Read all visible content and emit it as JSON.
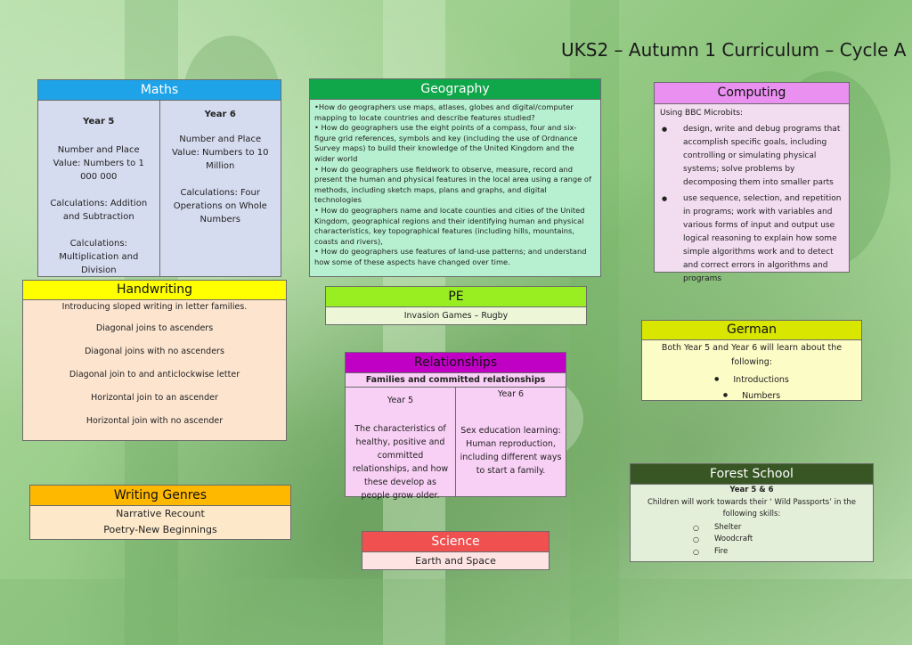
{
  "title": "UKS2 – Autumn 1 Curriculum – Cycle A",
  "colors": {
    "maths": "#1fa3e8",
    "geography": "#10a64a",
    "computing": "#ea90f0",
    "handwriting": "#ffff00",
    "pe": "#99ee22",
    "relationships": "#c000c4",
    "german": "#d8e600",
    "forest": "#375623",
    "writing_genres": "#ffb800",
    "science": "#f05050"
  },
  "maths": {
    "heading": "Maths",
    "year5": {
      "label": "Year 5",
      "items": [
        "Number and Place Value: Numbers to 1 000 000",
        "Calculations: Addition and Subtraction",
        "Calculations: Multiplication and Division"
      ]
    },
    "year6": {
      "label": "Year 6",
      "items": [
        "Number and Place Value: Numbers to 10 Million",
        "Calculations: Four Operations on Whole Numbers"
      ]
    }
  },
  "geography": {
    "heading": "Geography",
    "items": [
      "•How do geographers use maps, atlases, globes and digital/computer mapping to locate countries and describe features studied?",
      "• How do geographers use the eight points of a compass, four and six-figure grid references, symbols and key (including the use of Ordnance Survey maps) to build their knowledge of the United Kingdom and the wider world",
      "• How do geographers use fieldwork to observe, measure, record and present the human and physical features in the local area using a range of methods, including sketch maps, plans and graphs, and digital technologies",
      "• How do geographers name and locate counties and cities of the United Kingdom, geographical regions and their identifying human and physical characteristics, key topographical features (including hills, mountains, coasts and rivers),",
      "• How do geographers use features of land-use patterns; and understand how some of these aspects have changed over time."
    ]
  },
  "computing": {
    "heading": "Computing",
    "intro": "Using BBC Microbits:",
    "items": [
      "design, write and debug programs that accomplish specific goals, including controlling or simulating physical systems; solve problems by decomposing them into smaller parts",
      "use sequence, selection, and repetition in programs; work with variables and various forms of input and output use logical reasoning to explain how some simple algorithms work and to detect and correct errors in algorithms and programs"
    ]
  },
  "handwriting": {
    "heading": "Handwriting",
    "intro": "Introducing sloped writing in letter families.",
    "items": [
      "Diagonal joins to ascenders",
      "Diagonal joins with no ascenders",
      "Diagonal join to and anticlockwise letter",
      "Horizontal join to an ascender",
      "Horizontal join with no ascender"
    ]
  },
  "pe": {
    "heading": "PE",
    "text": "Invasion Games – Rugby"
  },
  "relationships": {
    "heading": "Relationships",
    "subheading": "Families and committed relationships",
    "year5": {
      "label": "Year 5",
      "text": "The characteristics of healthy, positive and committed relationships, and how these develop as people grow older."
    },
    "year6": {
      "label": "Year 6",
      "text": "Sex education learning: Human reproduction, including different ways to start a family."
    }
  },
  "german": {
    "heading": "German",
    "intro": "Both Year 5 and Year 6 will learn about the following:",
    "items": [
      "Introductions",
      "Numbers"
    ]
  },
  "forest_school": {
    "heading": "Forest School",
    "years": "Year 5 & 6",
    "intro": "Children will work towards their ‘ Wild Passports’ in the following skills:",
    "items": [
      "Shelter",
      "Woodcraft",
      "Fire"
    ]
  },
  "writing_genres": {
    "heading": "Writing Genres",
    "items": [
      "Narrative Recount",
      "Poetry-New Beginnings"
    ]
  },
  "science": {
    "heading": "Science",
    "text": "Earth and Space"
  }
}
